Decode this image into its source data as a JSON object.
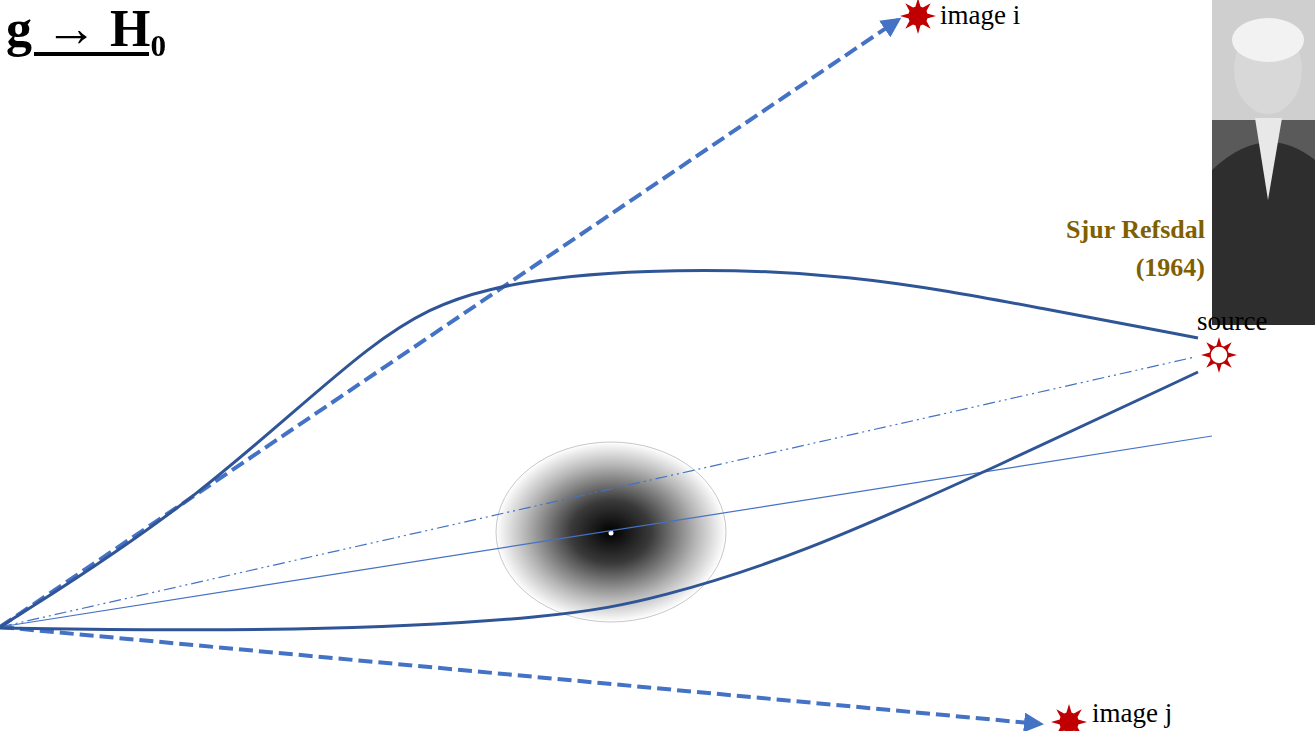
{
  "diagram": {
    "title": "g → H₀",
    "labels": [
      "image i",
      "Sjur Refsdal",
      "(1964)",
      "source",
      "image j"
    ]
  }
}
